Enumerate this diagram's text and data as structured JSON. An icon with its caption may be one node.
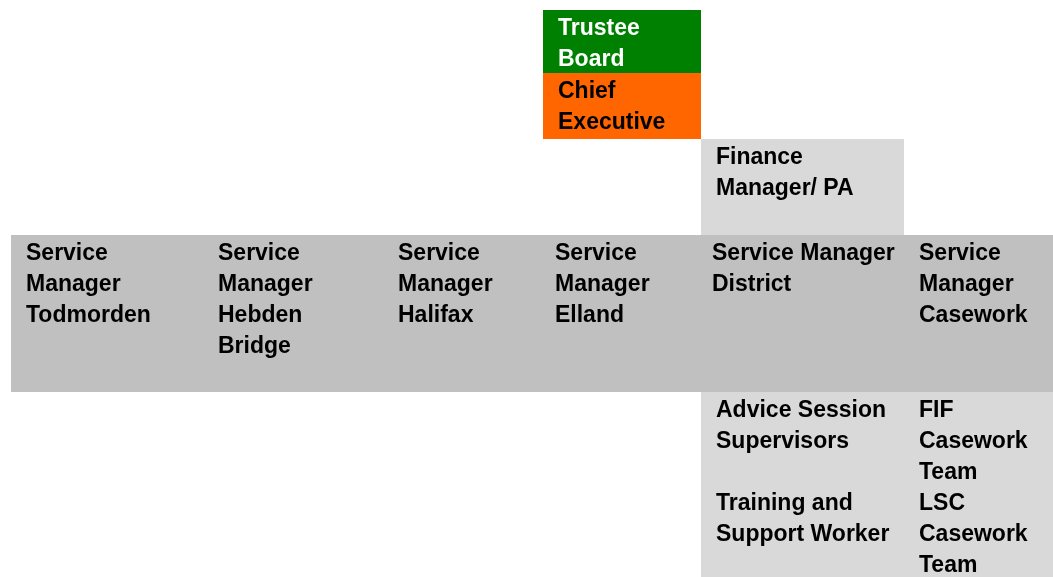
{
  "diagram": {
    "nodes": [
      {
        "text": [
          "Trustee Board"
        ]
      },
      {
        "text": [
          "Chief Executive"
        ]
      },
      {
        "text": [
          "Finance Manager/ PA"
        ]
      },
      {
        "text": [
          "Service Manager Todmorden"
        ]
      },
      {
        "text": [
          "Service Manager Hebden Bridge"
        ]
      },
      {
        "text": [
          "Service Manager Halifax"
        ]
      },
      {
        "text": [
          "Service Manager Elland"
        ]
      },
      {
        "text": [
          "Service Manager District"
        ]
      },
      {
        "text": [
          "Service Manager Casework"
        ]
      },
      {
        "text": [
          "Advice Session Supervisors"
        ]
      },
      {
        "text": [
          "Training and Support Worker"
        ]
      },
      {
        "text": [
          "FIF Casework Team"
        ]
      },
      {
        "text": [
          "LSC Casework Team"
        ]
      }
    ]
  }
}
